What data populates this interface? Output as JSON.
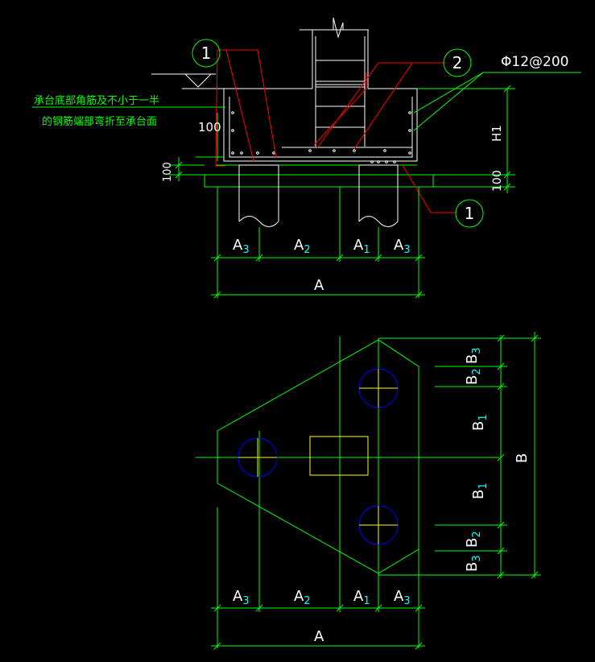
{
  "notes": {
    "line1": "承台底部角筋及不小于一半",
    "line2": "的钢筋端部弯折至承台面"
  },
  "rebar_spec": "Φ12@200",
  "callouts": {
    "c1": "1",
    "c2": "2"
  },
  "dimensions": {
    "d100_left": "100",
    "d100_small": "100",
    "d100_right": "100",
    "H1": "H1"
  },
  "section_dims": {
    "A3": "A",
    "A3_sub": "3",
    "A2": "A",
    "A2_sub": "2",
    "A1": "A",
    "A1_sub": "1",
    "A": "A"
  },
  "plan_dims": {
    "B3": "B",
    "B3_sub": "3",
    "B2": "B",
    "B2_sub": "2",
    "B1": "B",
    "B1_sub": "1",
    "B": "B",
    "A": "A"
  },
  "colors": {
    "outline": "#00ff00",
    "rebar": "#ff0000",
    "white": "#ffffff",
    "pile_circle": "#0000ff",
    "column": "#ffff00",
    "subscript": "#00ffff"
  }
}
